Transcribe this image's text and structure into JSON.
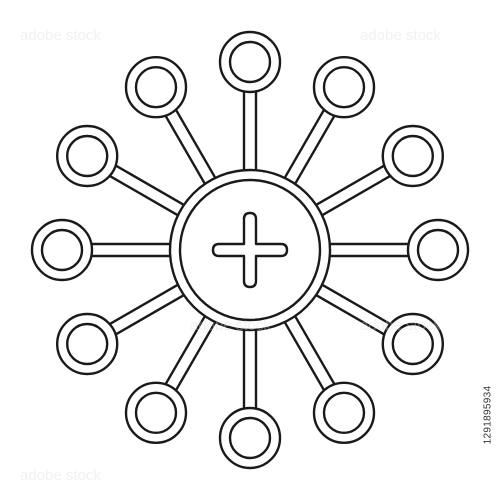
{
  "image": {
    "subject": "network-hub-icon",
    "style": "outline line art",
    "colors": {
      "stroke": "#1a1a1a",
      "fill": "#ffffff",
      "background": "#ffffff"
    },
    "icons": [
      "plus-icon",
      "network-node-icon"
    ],
    "node_count": 12
  },
  "stock_id": "1291895934",
  "watermark_text": "adobe stock"
}
